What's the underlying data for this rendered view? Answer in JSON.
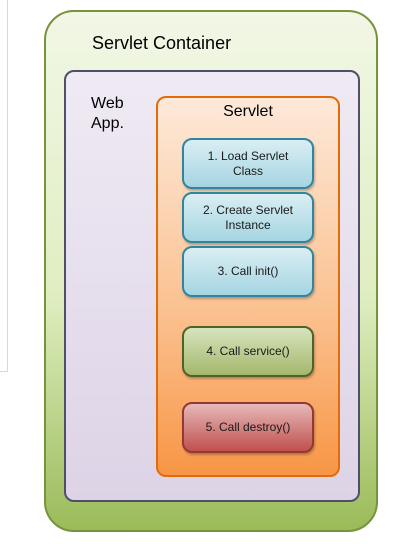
{
  "diagram": {
    "container": {
      "title": "Servlet Container",
      "colors": {
        "border": "#77933c",
        "fill_top": "#f2f7e6",
        "fill_bottom": "#9bbb59"
      }
    },
    "web_app": {
      "title": "Web\nApp.",
      "colors": {
        "border": "#4f4f6b",
        "fill": "#ddd3e6"
      }
    },
    "servlet": {
      "title": "Servlet",
      "colors": {
        "border": "#e36c09",
        "fill_top": "#fde9d9",
        "fill_bottom": "#f79646"
      }
    },
    "steps": [
      {
        "label": "1. Load Servlet\nClass",
        "color": "#a5d5e2"
      },
      {
        "label": "2. Create Servlet\nInstance",
        "color": "#a5d5e2"
      },
      {
        "label": "3. Call init()",
        "color": "#a5d5e2"
      },
      {
        "label": "4. Call service()",
        "color": "#a3b86c"
      },
      {
        "label": "5. Call destroy()",
        "color": "#c0504d"
      }
    ]
  }
}
